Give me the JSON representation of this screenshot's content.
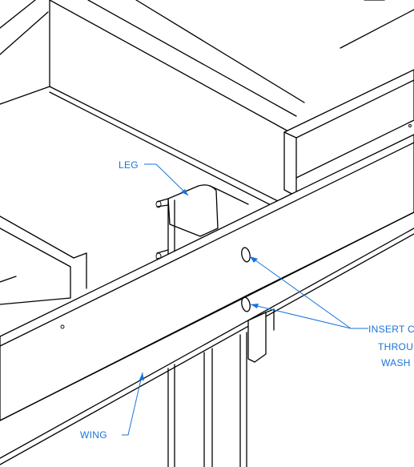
{
  "labels": {
    "leg": "LEG",
    "wing": "WING",
    "insert_line1": "INSERT C",
    "insert_line2": "THROU",
    "insert_line3": "WASH"
  },
  "colors": {
    "callout": "#1a73d9",
    "line": "#000000",
    "background": "#ffffff"
  }
}
